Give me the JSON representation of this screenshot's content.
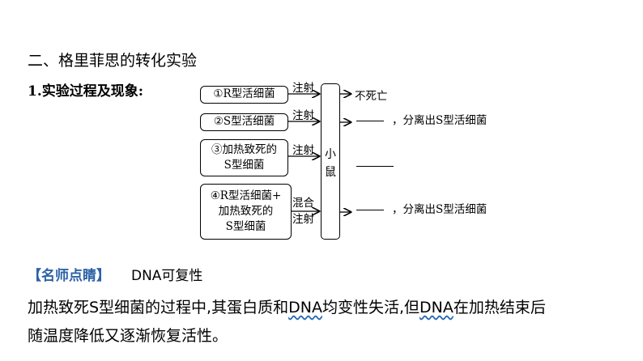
{
  "section_title": "二、格里菲思的转化实验",
  "subtitle": "1.实验过程及现象:",
  "diagram": {
    "groups": [
      {
        "lines": [
          "①R型活细菌"
        ],
        "action": "注射"
      },
      {
        "lines": [
          "②S型活细菌"
        ],
        "action": "注射"
      },
      {
        "lines": [
          "③加热致死的",
          "S型细菌"
        ],
        "action": "注射"
      },
      {
        "lines": [
          "④R型活细菌+",
          "加热致死的",
          "S型细菌"
        ],
        "action": "混合注射"
      }
    ],
    "mouse_label_1": "小",
    "mouse_label_2": "鼠",
    "results": {
      "r1": "不死亡",
      "r2": "，分离出S型活细菌",
      "r4": "，分离出S型活细菌"
    }
  },
  "tip": {
    "label": "【名师点睛】",
    "topic": "DNA可复性"
  },
  "paragraph": {
    "p1": "加热致死S型细菌的过程中,其蛋白质和",
    "dna1": "DNA",
    "p2": "均变性失活,但",
    "dna2": "DNA",
    "p3": "在加热结束后",
    "line2": "随温度降低又逐渐恢复活性。"
  }
}
